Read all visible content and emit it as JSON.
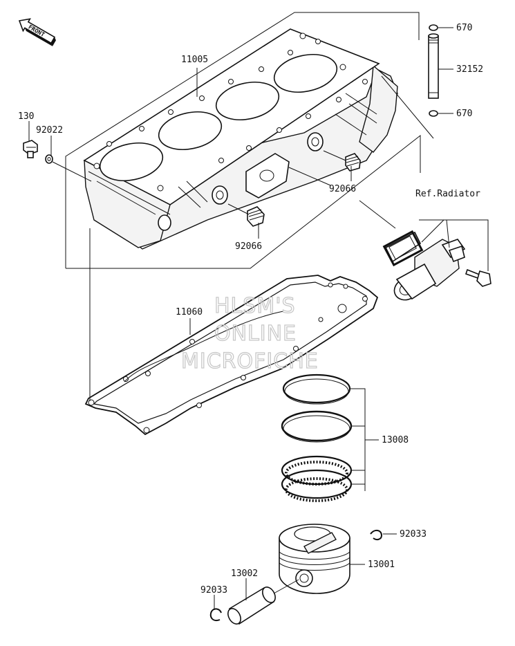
{
  "front_arrow": {
    "label": "FRONT",
    "icon": "front-arrow-icon"
  },
  "watermark": {
    "line1": "HLSM'S",
    "line2": "ONLINE",
    "line3": "MICROFICHE"
  },
  "reference": {
    "radiator": "Ref.Radiator"
  },
  "parts": {
    "cylinder": "11005",
    "bolt": "130",
    "washer": "92022",
    "plug_lower": "92066",
    "plug_upper": "92066",
    "oring_top": "670",
    "pipe": "32152",
    "oring_bottom": "670",
    "gasket": "11060",
    "rings": "13008",
    "piston": "13001",
    "pin": "13002",
    "clip_left": "92033",
    "clip_right": "92033"
  }
}
